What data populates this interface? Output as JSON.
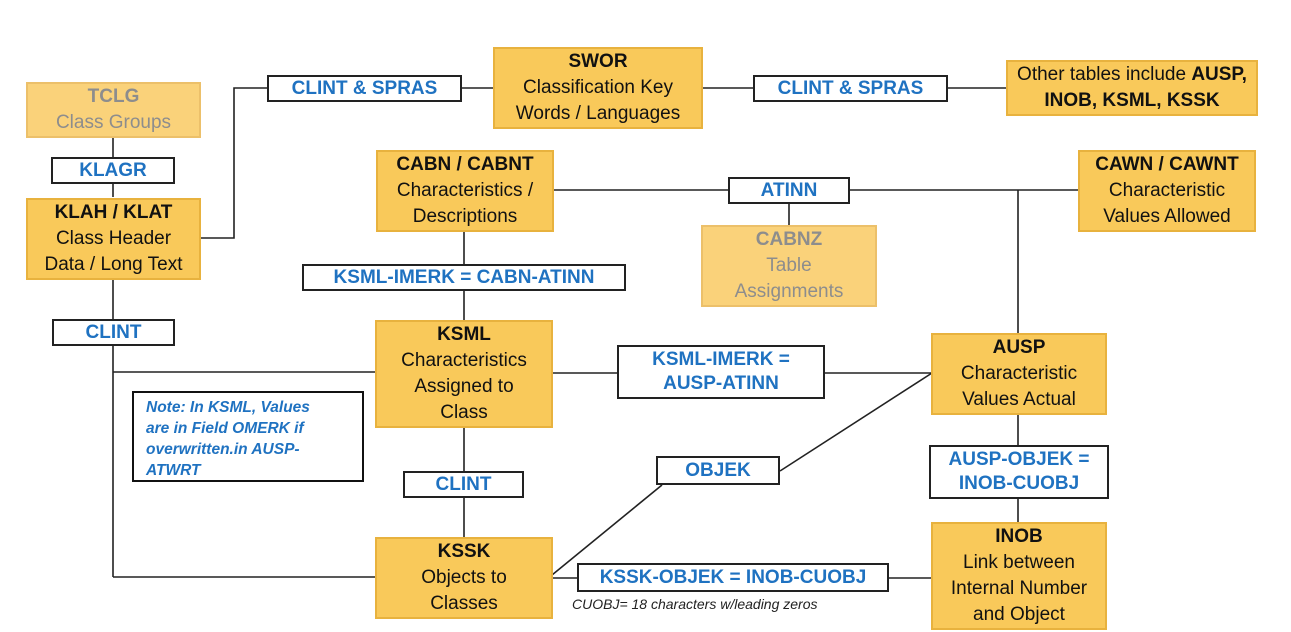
{
  "tables": {
    "tclg": {
      "name": "TCLG",
      "desc": [
        "Class Groups"
      ]
    },
    "swor": {
      "name": "SWOR",
      "desc": [
        "Classification Key",
        "Words / Languages"
      ]
    },
    "other": {
      "prefix": "Other tables include ",
      "bold1": "AUSP,",
      "bold2": "INOB, KSML, KSSK"
    },
    "klah": {
      "name": "KLAH / KLAT",
      "desc": [
        "Class Header",
        "Data / Long Text"
      ]
    },
    "cabn": {
      "name": "CABN / CABNT",
      "desc": [
        "Characteristics /",
        "Descriptions"
      ]
    },
    "cawn": {
      "name": "CAWN / CAWNT",
      "desc": [
        "Characteristic",
        "Values Allowed"
      ]
    },
    "cabnz": {
      "name": "CABNZ",
      "desc": [
        "Table",
        "Assignments"
      ]
    },
    "ksml": {
      "name": "KSML",
      "desc": [
        "Characteristics",
        "Assigned to",
        "Class"
      ]
    },
    "ausp": {
      "name": "AUSP",
      "desc": [
        "Characteristic",
        "Values Actual"
      ]
    },
    "kssk": {
      "name": "KSSK",
      "desc": [
        "Objects to",
        "Classes"
      ]
    },
    "inob": {
      "name": "INOB",
      "desc": [
        "Link between",
        "Internal Number",
        "and Object"
      ]
    }
  },
  "links": {
    "clint_spras_1": [
      "CLINT & SPRAS"
    ],
    "clint_spras_2": [
      "CLINT & SPRAS"
    ],
    "klagr": [
      "KLAGR"
    ],
    "atinn": [
      "ATINN"
    ],
    "ksml_cabn": [
      "KSML-IMERK = CABN-ATINN"
    ],
    "clint_1": [
      "CLINT"
    ],
    "ksml_ausp": [
      "KSML-IMERK =",
      "AUSP-ATINN"
    ],
    "objek": [
      "OBJEK"
    ],
    "ausp_inob": [
      "AUSP-OBJEK =",
      "INOB-CUOBJ"
    ],
    "clint_2": [
      "CLINT"
    ],
    "kssk_inob": [
      "KSSK-OBJEK = INOB-CUOBJ"
    ]
  },
  "note": [
    "Note: In KSML, Values",
    "are in Field OMERK if",
    "overwritten.in AUSP-",
    "ATWRT"
  ],
  "caption": "CUOBJ= 18 characters w/leading zeros",
  "colors": {
    "box_fill": "#f9c95a",
    "box_border": "#e8b23e",
    "label_text": "#1f72c1",
    "dim_text": "#8d8d8d"
  }
}
